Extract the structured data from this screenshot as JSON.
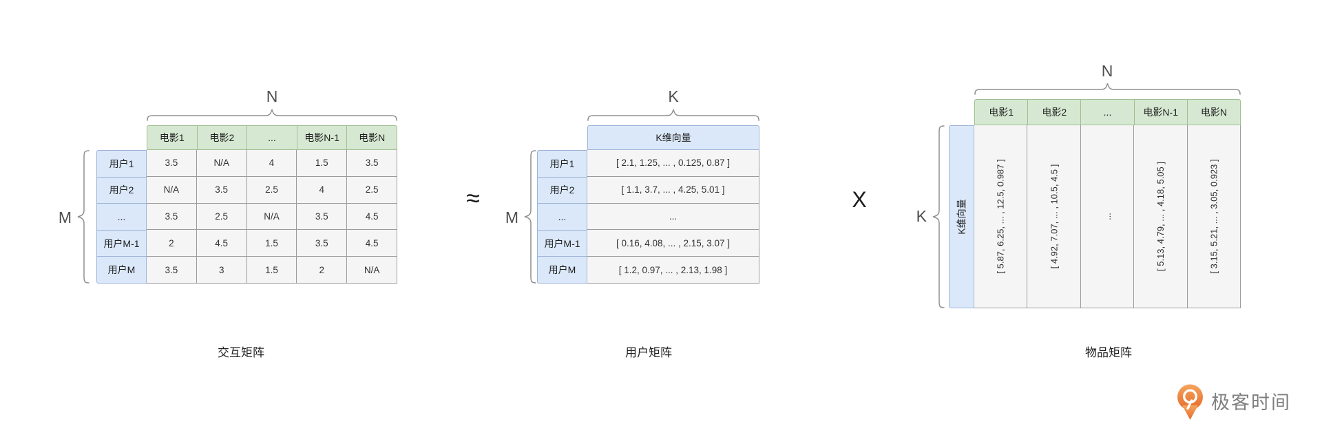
{
  "colors": {
    "green_fill": "#d6e8d2",
    "green_border": "#9fbe90",
    "blue_fill": "#dbe8fa",
    "blue_border": "#9db4d8",
    "cell_fill": "#f5f5f5",
    "cell_border": "#9b9b9b",
    "brace": "#8f8f8f",
    "logo_orange": "#e8692c",
    "logo_text_gray": "#7f7f7f"
  },
  "operators": {
    "approx": "≈",
    "multiply": "X"
  },
  "interaction_matrix": {
    "caption": "交互矩阵",
    "top_dim": "N",
    "left_dim": "M",
    "col_headers": [
      "电影1",
      "电影2",
      "...",
      "电影N-1",
      "电影N"
    ],
    "rows": [
      {
        "label": "用户1",
        "values": [
          "3.5",
          "N/A",
          "4",
          "1.5",
          "3.5"
        ]
      },
      {
        "label": "用户2",
        "values": [
          "N/A",
          "3.5",
          "2.5",
          "4",
          "2.5"
        ]
      },
      {
        "label": "...",
        "values": [
          "3.5",
          "2.5",
          "N/A",
          "3.5",
          "4.5"
        ]
      },
      {
        "label": "用户M-1",
        "values": [
          "2",
          "4.5",
          "1.5",
          "3.5",
          "4.5"
        ]
      },
      {
        "label": "用户M",
        "values": [
          "3.5",
          "3",
          "1.5",
          "2",
          "N/A"
        ]
      }
    ]
  },
  "user_matrix": {
    "caption": "用户矩阵",
    "top_dim": "K",
    "left_dim": "M",
    "col_headers": [
      "K维向量"
    ],
    "rows": [
      {
        "label": "用户1",
        "values": [
          "[ 2.1, 1.25, ... , 0.125, 0.87 ]"
        ]
      },
      {
        "label": "用户2",
        "values": [
          "[ 1.1, 3.7, ... , 4.25, 5.01 ]"
        ]
      },
      {
        "label": "...",
        "values": [
          "..."
        ]
      },
      {
        "label": "用户M-1",
        "values": [
          "[ 0.16, 4.08, ... , 2.15, 3.07 ]"
        ]
      },
      {
        "label": "用户M",
        "values": [
          "[ 1.2, 0.97, ... , 2.13, 1.98 ]"
        ]
      }
    ]
  },
  "item_matrix": {
    "caption": "物品矩阵",
    "top_dim": "N",
    "left_dim": "K",
    "row_header": "K维向量",
    "col_headers": [
      "电影1",
      "电影2",
      "...",
      "电影N-1",
      "电影N"
    ],
    "col_vectors": [
      "[ 5.87, 6.25, ... , 12.5, 0.987 ]",
      "[ 4.92, 7.07, ... , 10.5, 4.5 ]",
      "...",
      "[ 5.13, 4.79, ... , 4.18, 5.05 ]",
      "[ 3.15, 5.21, ... , 3.05, 0.923 ]"
    ]
  },
  "logo": {
    "text": "极客时间"
  }
}
